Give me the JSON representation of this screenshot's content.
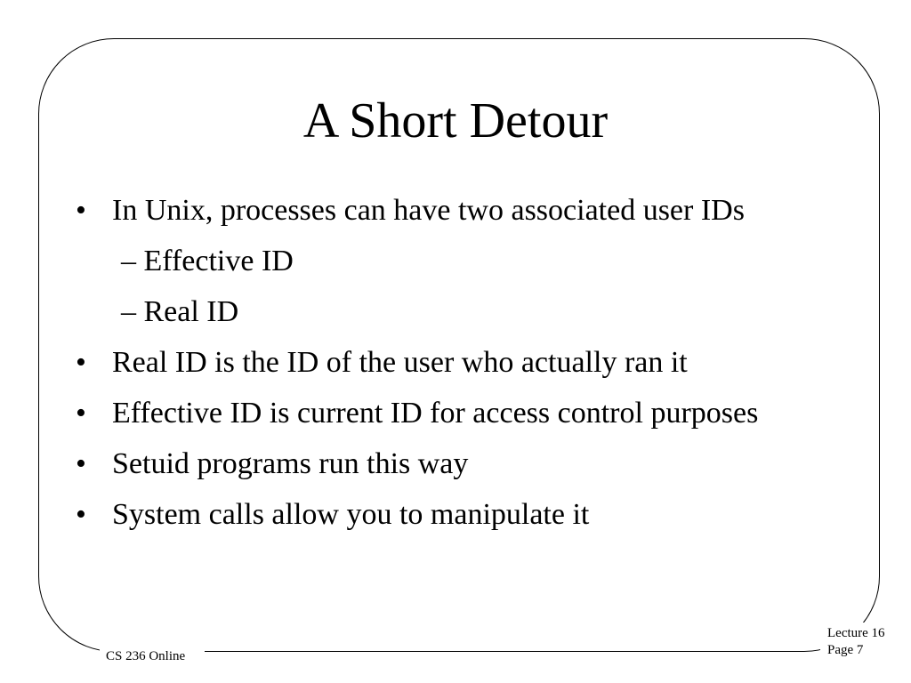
{
  "slide": {
    "title": "A Short Detour",
    "bullet_marker": "•",
    "bullets": [
      {
        "text": "In Unix, processes can have two associated user IDs"
      },
      {
        "text": "Real ID is the ID of the user who actually ran it"
      },
      {
        "text": "Effective ID is current ID for access control purposes"
      },
      {
        "text": "Setuid programs run this way"
      },
      {
        "text": "System calls allow you to manipulate it"
      }
    ],
    "sub_bullets": [
      {
        "text": "– Effective ID"
      },
      {
        "text": "– Real ID"
      }
    ]
  },
  "footer": {
    "course": "CS 236 Online",
    "lecture": "Lecture 16",
    "page": "Page 7"
  }
}
